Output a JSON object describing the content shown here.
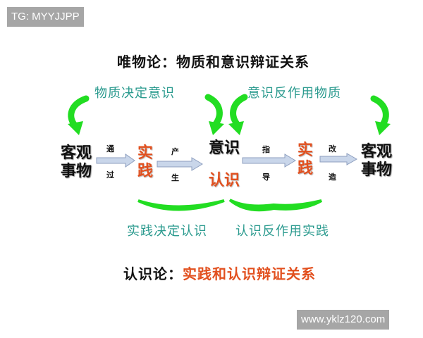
{
  "watermarks": {
    "top_left": "TG: MYYJJPP",
    "bottom_right": "www.yklz120.com"
  },
  "title": "唯物论：物质和意识辩证关系",
  "top_labels": {
    "left": "物质决定意识",
    "right": "意识反作用物质"
  },
  "nodes": {
    "objective_left": [
      "客观",
      "事物"
    ],
    "practice_left": [
      "实",
      "践"
    ],
    "consciousness": "意识",
    "cognition": "认识",
    "practice_right": [
      "实",
      "践"
    ],
    "objective_right": [
      "客观",
      "事物"
    ]
  },
  "arrow_labels": {
    "via": [
      "通",
      "过"
    ],
    "produce": [
      "产",
      "生"
    ],
    "guide": [
      "指",
      "导"
    ],
    "transform": [
      "改",
      "造"
    ]
  },
  "bottom_labels": {
    "left": "实践决定认识",
    "right": "认识反作用实践"
  },
  "bottom_title": {
    "prefix": "认识论：",
    "text": "实践和认识辩证关系"
  },
  "colors": {
    "green": "#22dd22",
    "teal": "#2a9a8e",
    "red": "#e2501f",
    "arrow_fill": "#c9d6ea",
    "arrow_stroke": "#8e9fbf",
    "watermark_bg": "#a6a6a6"
  }
}
